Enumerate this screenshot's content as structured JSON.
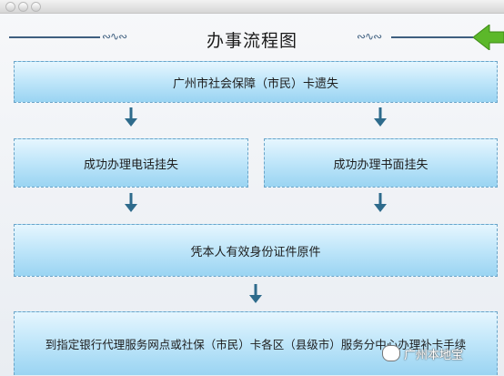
{
  "header": {
    "title": "办事流程图"
  },
  "flow": {
    "step1": "广州市社会保障（市民）卡遗失",
    "step2a": "成功办理电话挂失",
    "step2b": "成功办理书面挂失",
    "step3": "凭本人有效身份证件原件",
    "step4": "到指定银行代理服务网点或社保（市民）卡各区（县级市）服务分中心办理补卡手续"
  },
  "watermark": {
    "text": "广州本地宝"
  },
  "colors": {
    "box_border": "#6aa4c8",
    "arrow": "#2e6b8c",
    "back_arrow": "#5cb82a"
  }
}
